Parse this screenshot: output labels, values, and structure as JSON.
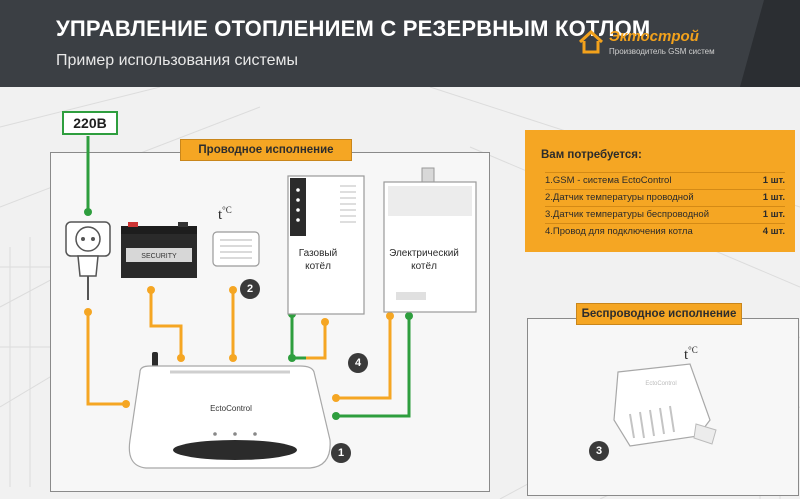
{
  "header": {
    "title": "УПРАВЛЕНИЕ ОТОПЛЕНИЕМ С РЕЗЕРВНЫМ КОТЛОМ",
    "subtitle": "Пример использования системы"
  },
  "logo": {
    "name": "Эктострой",
    "tagline": "Производитель GSM систем"
  },
  "power": {
    "voltage_label": "220В"
  },
  "panels": {
    "wired_label": "Проводное исполнение",
    "wireless_label": "Беспроводное исполнение"
  },
  "devices": {
    "gas_boiler_label": "Газовый котёл",
    "electric_boiler_label": "Электрический котёл",
    "battery_brand": "SECURITY",
    "controller_brand": "EctoControl",
    "sensor_brand": "EctoControl"
  },
  "temperature": {
    "symbol": "t",
    "unit": "°C"
  },
  "badges": [
    "1",
    "2",
    "3",
    "4"
  ],
  "requirements": {
    "title": "Вам потребуется:",
    "items": [
      {
        "label": "1.GSM - система EctoControl",
        "qty": "1 шт."
      },
      {
        "label": "2.Датчик температуры проводной",
        "qty": "1 шт."
      },
      {
        "label": "3.Датчик температуры беспроводной",
        "qty": "1 шт."
      },
      {
        "label": "4.Провод для подключения котла",
        "qty": "4 шт."
      }
    ]
  },
  "colors": {
    "accent": "#f5a623",
    "header": "#3b3f44",
    "wire_power": "#2e9e3e",
    "wire_signal": "#f5a623",
    "badge": "#3a3a3a"
  }
}
